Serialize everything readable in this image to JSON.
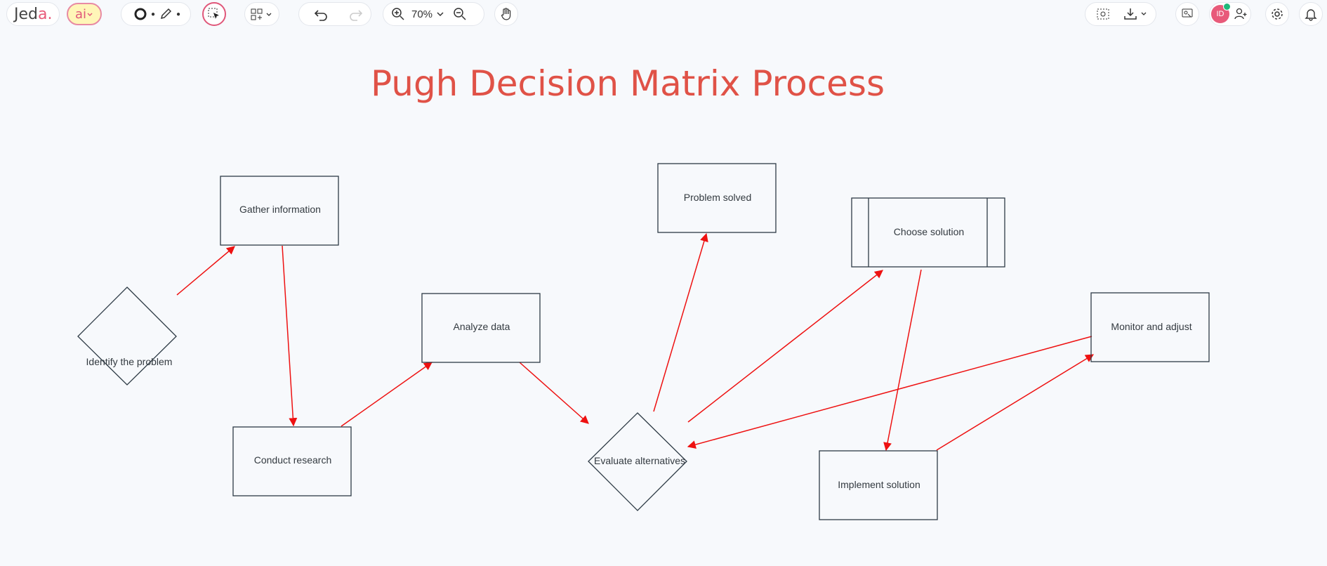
{
  "app": {
    "logo_text": "Jed",
    "logo_accent": "a.",
    "ai_label": "ai"
  },
  "toolbar": {
    "zoom_level": "70%",
    "avatar_initials": "ID"
  },
  "diagram": {
    "title": "Pugh Decision Matrix Process",
    "title_color": "#e05247",
    "arrow_color": "#ee1111",
    "nodes": [
      {
        "id": "identify",
        "shape": "diamond",
        "label": "Identify the problem"
      },
      {
        "id": "gather",
        "shape": "rect",
        "label": "Gather information"
      },
      {
        "id": "research",
        "shape": "rect",
        "label": "Conduct research"
      },
      {
        "id": "analyze",
        "shape": "rect",
        "label": "Analyze data"
      },
      {
        "id": "evaluate",
        "shape": "diamond",
        "label": "Evaluate alternatives"
      },
      {
        "id": "solved",
        "shape": "rect",
        "label": "Problem solved"
      },
      {
        "id": "choose",
        "shape": "subprocess",
        "label": "Choose solution"
      },
      {
        "id": "implement",
        "shape": "rect",
        "label": "Implement solution"
      },
      {
        "id": "monitor",
        "shape": "rect",
        "label": "Monitor and adjust"
      }
    ],
    "edges": [
      {
        "from": "identify",
        "to": "gather"
      },
      {
        "from": "gather",
        "to": "research"
      },
      {
        "from": "research",
        "to": "analyze"
      },
      {
        "from": "analyze",
        "to": "evaluate"
      },
      {
        "from": "evaluate",
        "to": "solved"
      },
      {
        "from": "evaluate",
        "to": "choose"
      },
      {
        "from": "choose",
        "to": "implement"
      },
      {
        "from": "implement",
        "to": "monitor"
      },
      {
        "from": "monitor",
        "to": "evaluate"
      }
    ]
  }
}
